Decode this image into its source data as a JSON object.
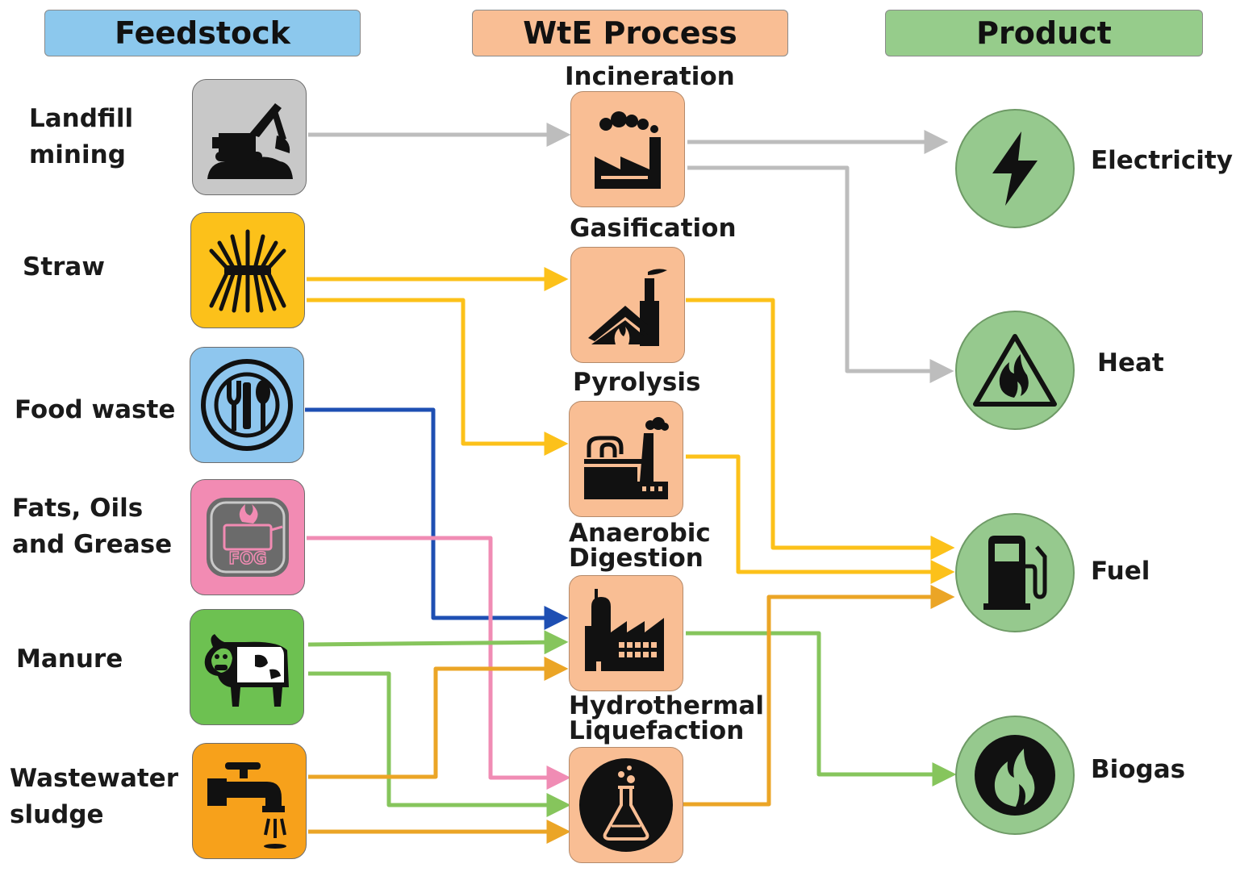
{
  "headers": {
    "feedstock": "Feedstock",
    "process": "WtE Process",
    "product": "Product"
  },
  "feedstocks": [
    {
      "line1": "Landfill",
      "line2": "mining",
      "icon": "excavator-icon",
      "color": "#c8c8c8"
    },
    {
      "line1": "Straw",
      "line2": "",
      "icon": "wheat-icon",
      "color": "#fcc11a"
    },
    {
      "line1": "Food waste",
      "line2": "",
      "icon": "plate-cutlery-icon",
      "color": "#8ec6ee"
    },
    {
      "line1": "Fats, Oils",
      "line2": "and Grease",
      "icon": "fryer-fog-icon",
      "color": "#f28bb3",
      "badge": "FOG"
    },
    {
      "line1": "Manure",
      "line2": "",
      "icon": "cow-icon",
      "color": "#6dc151"
    },
    {
      "line1": "Wastewater",
      "line2": "sludge",
      "icon": "tap-icon",
      "color": "#f7a11b"
    }
  ],
  "processes": [
    {
      "line1": "Incineration",
      "line2": "",
      "icon": "factory-smoke-icon"
    },
    {
      "line1": "Gasification",
      "line2": "",
      "icon": "gasifier-icon"
    },
    {
      "line1": "Pyrolysis",
      "line2": "",
      "icon": "pyrolysis-plant-icon"
    },
    {
      "line1": "Anaerobic",
      "line2": "Digestion",
      "icon": "digester-plant-icon"
    },
    {
      "line1": "Hydrothermal",
      "line2": "Liquefaction",
      "icon": "flask-icon"
    }
  ],
  "products": [
    {
      "label": "Electricity",
      "icon": "lightning-icon"
    },
    {
      "label": "Heat",
      "icon": "heat-flame-icon"
    },
    {
      "label": "Fuel",
      "icon": "fuel-pump-icon"
    },
    {
      "label": "Biogas",
      "icon": "gas-flame-icon"
    }
  ],
  "colors": {
    "landfill": "#bdbdbd",
    "straw": "#fcc11a",
    "food": "#1e4fb3",
    "fog": "#f08cb4",
    "manure": "#86c55c",
    "sludge": "#eba526"
  }
}
